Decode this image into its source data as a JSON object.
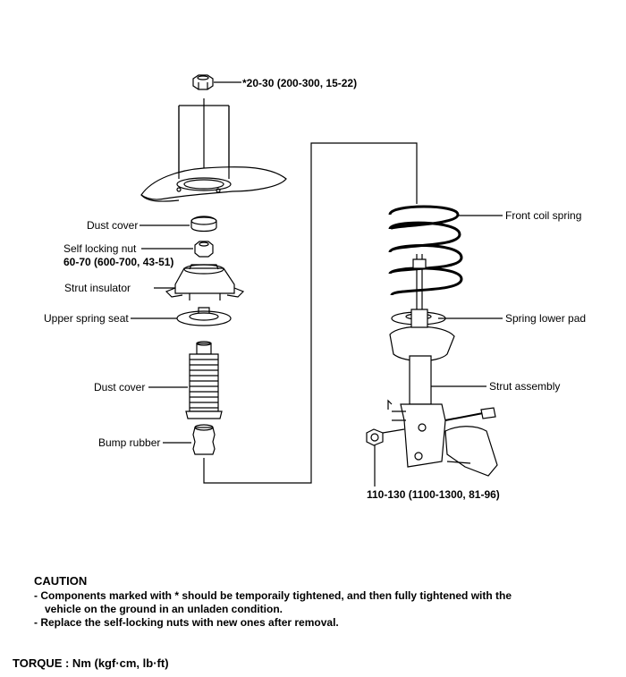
{
  "labels": {
    "nut_torque": "*20-30 (200-300, 15-22)",
    "dust_cover_top": "Dust cover",
    "self_locking_nut": "Self locking nut",
    "self_locking_torque": "60-70 (600-700, 43-51)",
    "strut_insulator": "Strut insulator",
    "upper_spring_seat": "Upper spring seat",
    "dust_cover_lower": "Dust cover",
    "bump_rubber": "Bump rubber",
    "front_coil_spring": "Front coil spring",
    "spring_lower_pad": "Spring lower pad",
    "strut_assembly": "Strut assembly",
    "bottom_torque": "110-130 (1100-1300, 81-96)"
  },
  "notes": {
    "caution_title": "CAUTION",
    "line1": "- Components marked with * should be temporaily tightened, and then fully tightened with the",
    "line2": "vehicle on the ground in an unladen condition.",
    "line3": "- Replace the self-locking nuts with new ones after removal."
  },
  "torque_unit": "TORQUE : Nm (kgf·cm, lb·ft)"
}
